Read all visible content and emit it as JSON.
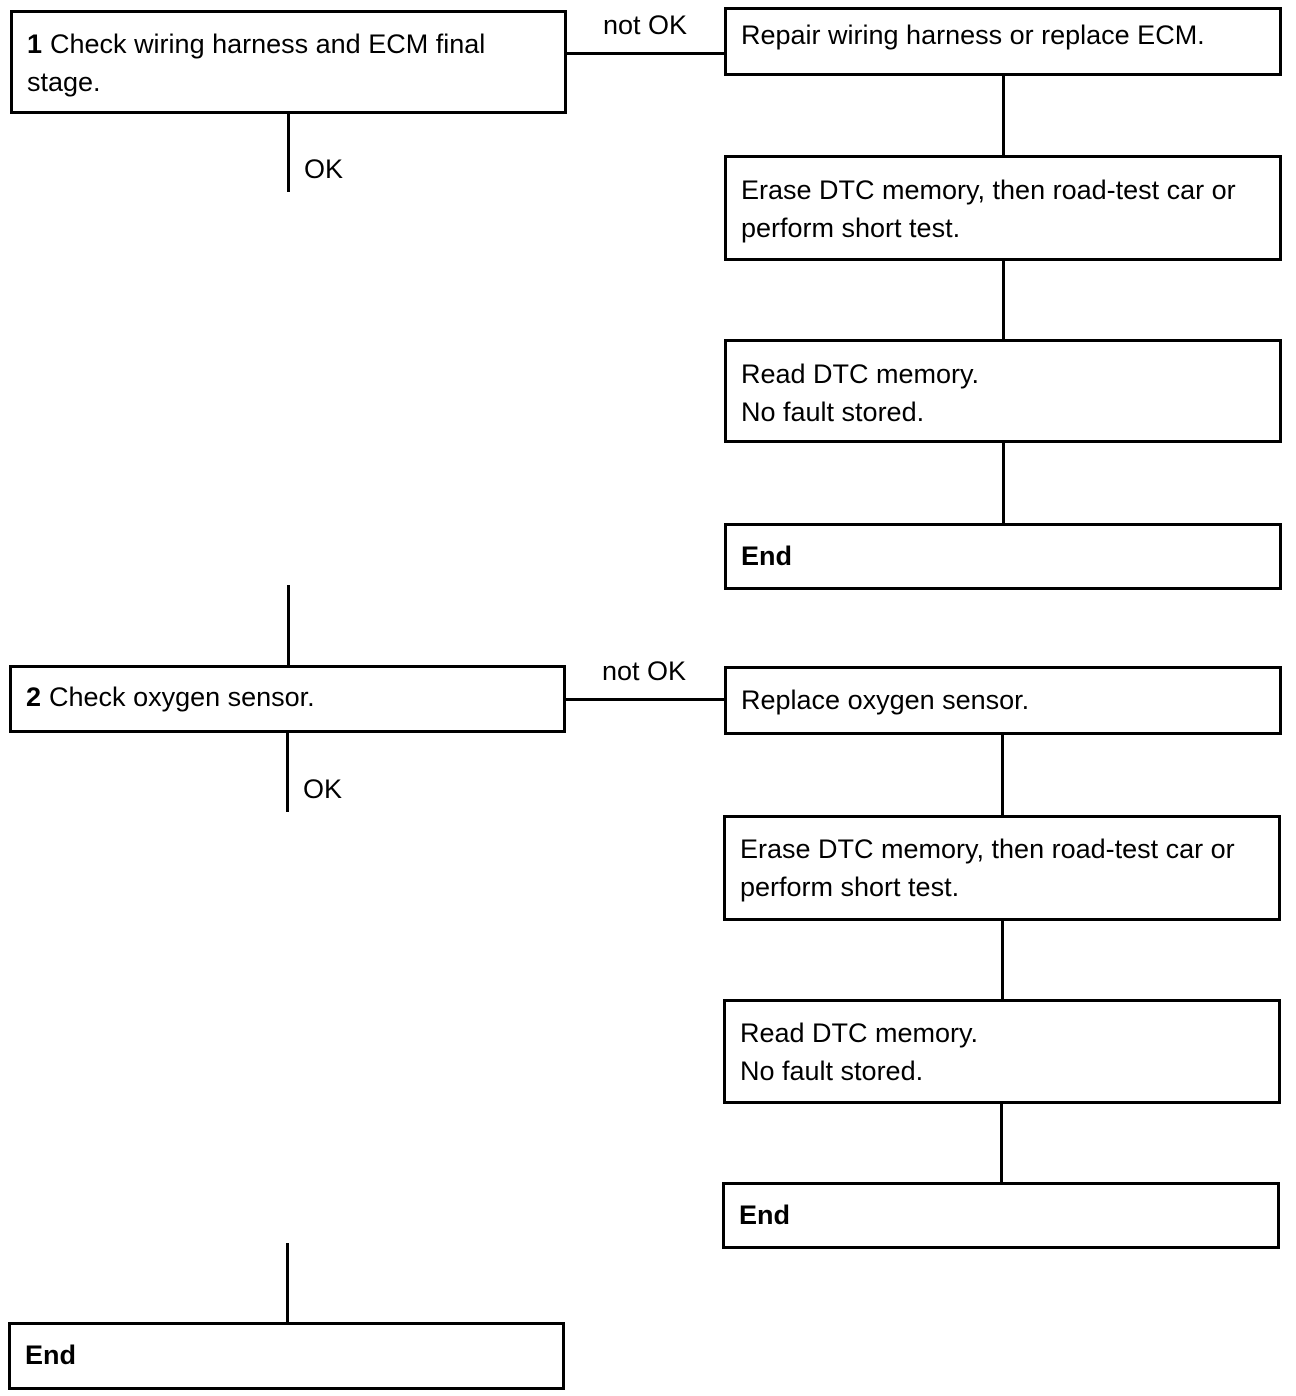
{
  "section1": {
    "step": {
      "number": "1",
      "text": "Check wiring harness and ECM final stage."
    },
    "not_ok_label": "not OK",
    "ok_label": "OK",
    "branch": [
      {
        "text": "Repair wiring harness or replace ECM."
      },
      {
        "text": "Erase DTC memory, then road-test car or perform short test."
      },
      {
        "line1": "Read DTC memory.",
        "line2": "No fault stored."
      },
      {
        "text": "End"
      }
    ]
  },
  "section2": {
    "step": {
      "number": "2",
      "text": "Check oxygen sensor."
    },
    "not_ok_label": "not OK",
    "ok_label": "OK",
    "branch": [
      {
        "text": "Replace oxygen sensor."
      },
      {
        "text": "Erase DTC memory, then road-test car or perform short test."
      },
      {
        "line1": "Read DTC memory.",
        "line2": "No fault stored."
      },
      {
        "text": "End"
      }
    ]
  },
  "final": {
    "text": "End"
  }
}
